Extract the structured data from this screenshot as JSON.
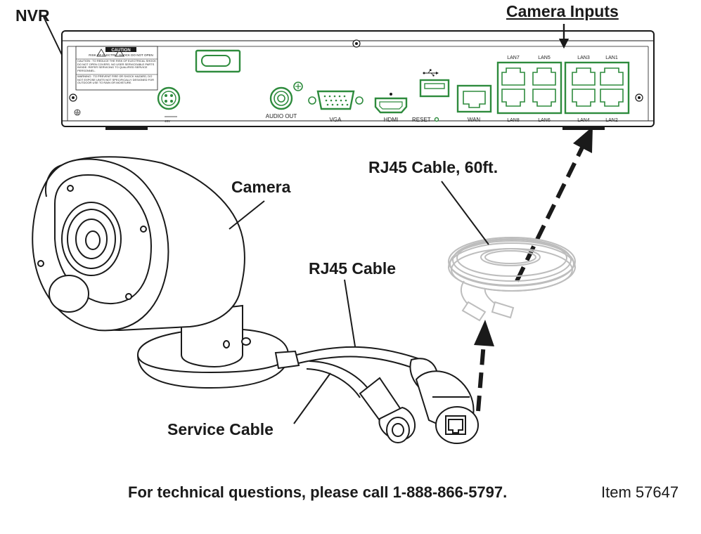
{
  "labels": {
    "nvr": "NVR",
    "camera_inputs": "Camera Inputs",
    "camera": "Camera",
    "rj45_60ft": "RJ45 Cable, 60ft.",
    "rj45_cable": "RJ45 Cable",
    "service_cable": "Service Cable"
  },
  "nvr_panel": {
    "caution_title": "CAUTION",
    "caution_sub": "RISK OF ELECTRIC SHOCK DO NOT OPEN",
    "caution_text": "CAUTION : TO REDUCE THE RISK OF ELECTRICAL SHOCK DO NOT OPEN COVERS. NO USER SERVICEABLE PARTS INSIDE. REFER SERVICING TO QUALIFIED SERVICE PERSONNEL.",
    "warning_text": "WARNING : TO PREVENT FIRE OR SHOCK HAZARD, DO NOT EXPOSE UNITS NOT SPECIFICALLY DESIGNED FOR OUTDOOR USE TO RAIN OR MOISTURE.",
    "power_label": "48V",
    "audio_out": "AUDIO OUT",
    "vga": "VGA",
    "hdmi": "HDMI",
    "reset": "RESET",
    "wan": "WAN",
    "lan_top": [
      "LAN7",
      "LAN5",
      "LAN3",
      "LAN1"
    ],
    "lan_bottom": [
      "LAN8",
      "LAN6",
      "LAN4",
      "LAN2"
    ]
  },
  "footer": {
    "tech_line": "For technical questions, please call 1-888-866-5797.",
    "item": "Item 57647"
  },
  "colors": {
    "line": "#1a1a1a",
    "accent_green": "#2e8b3d",
    "cable_gray": "#bdbdbd"
  }
}
